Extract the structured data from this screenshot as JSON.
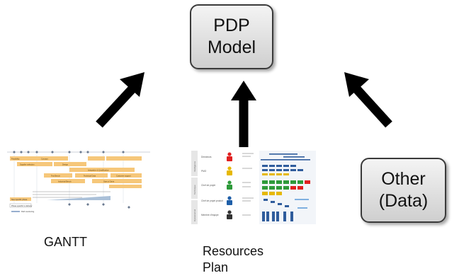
{
  "center_node": {
    "line1": "PDP",
    "line2": "Model"
  },
  "right_node": {
    "line1": "Other",
    "line2": "(Data)"
  },
  "gantt": {
    "label": "GANTT",
    "bars": [
      "Feasibility",
      "Concept",
      "Supplier selection",
      "Design",
      "Integration & Qualification",
      "Test Bench",
      "Technical Data",
      "Customer support",
      "Industrial Bench",
      "Start of Serie"
    ],
    "legend": [
      "New specific phase",
      "Phase specific to delivery",
      "Path monitoring"
    ]
  },
  "resources": {
    "label_line1": "Resources",
    "label_line2": "Plan",
    "groups": [
      "Intelligence",
      "Technique",
      "Opérationnel"
    ],
    "roles": [
      "Directeurs",
      "PMO",
      "Chef de projet",
      "Chef de projet produit",
      "Membre d'équipe"
    ],
    "person_colors": [
      "#e02020",
      "#e6b800",
      "#2e9a3a",
      "#1f5fa8",
      "#333333"
    ]
  },
  "colors": {
    "arrow": "#000000",
    "bar": "#f6c77a",
    "grid_blue": "#2f5c9c"
  }
}
